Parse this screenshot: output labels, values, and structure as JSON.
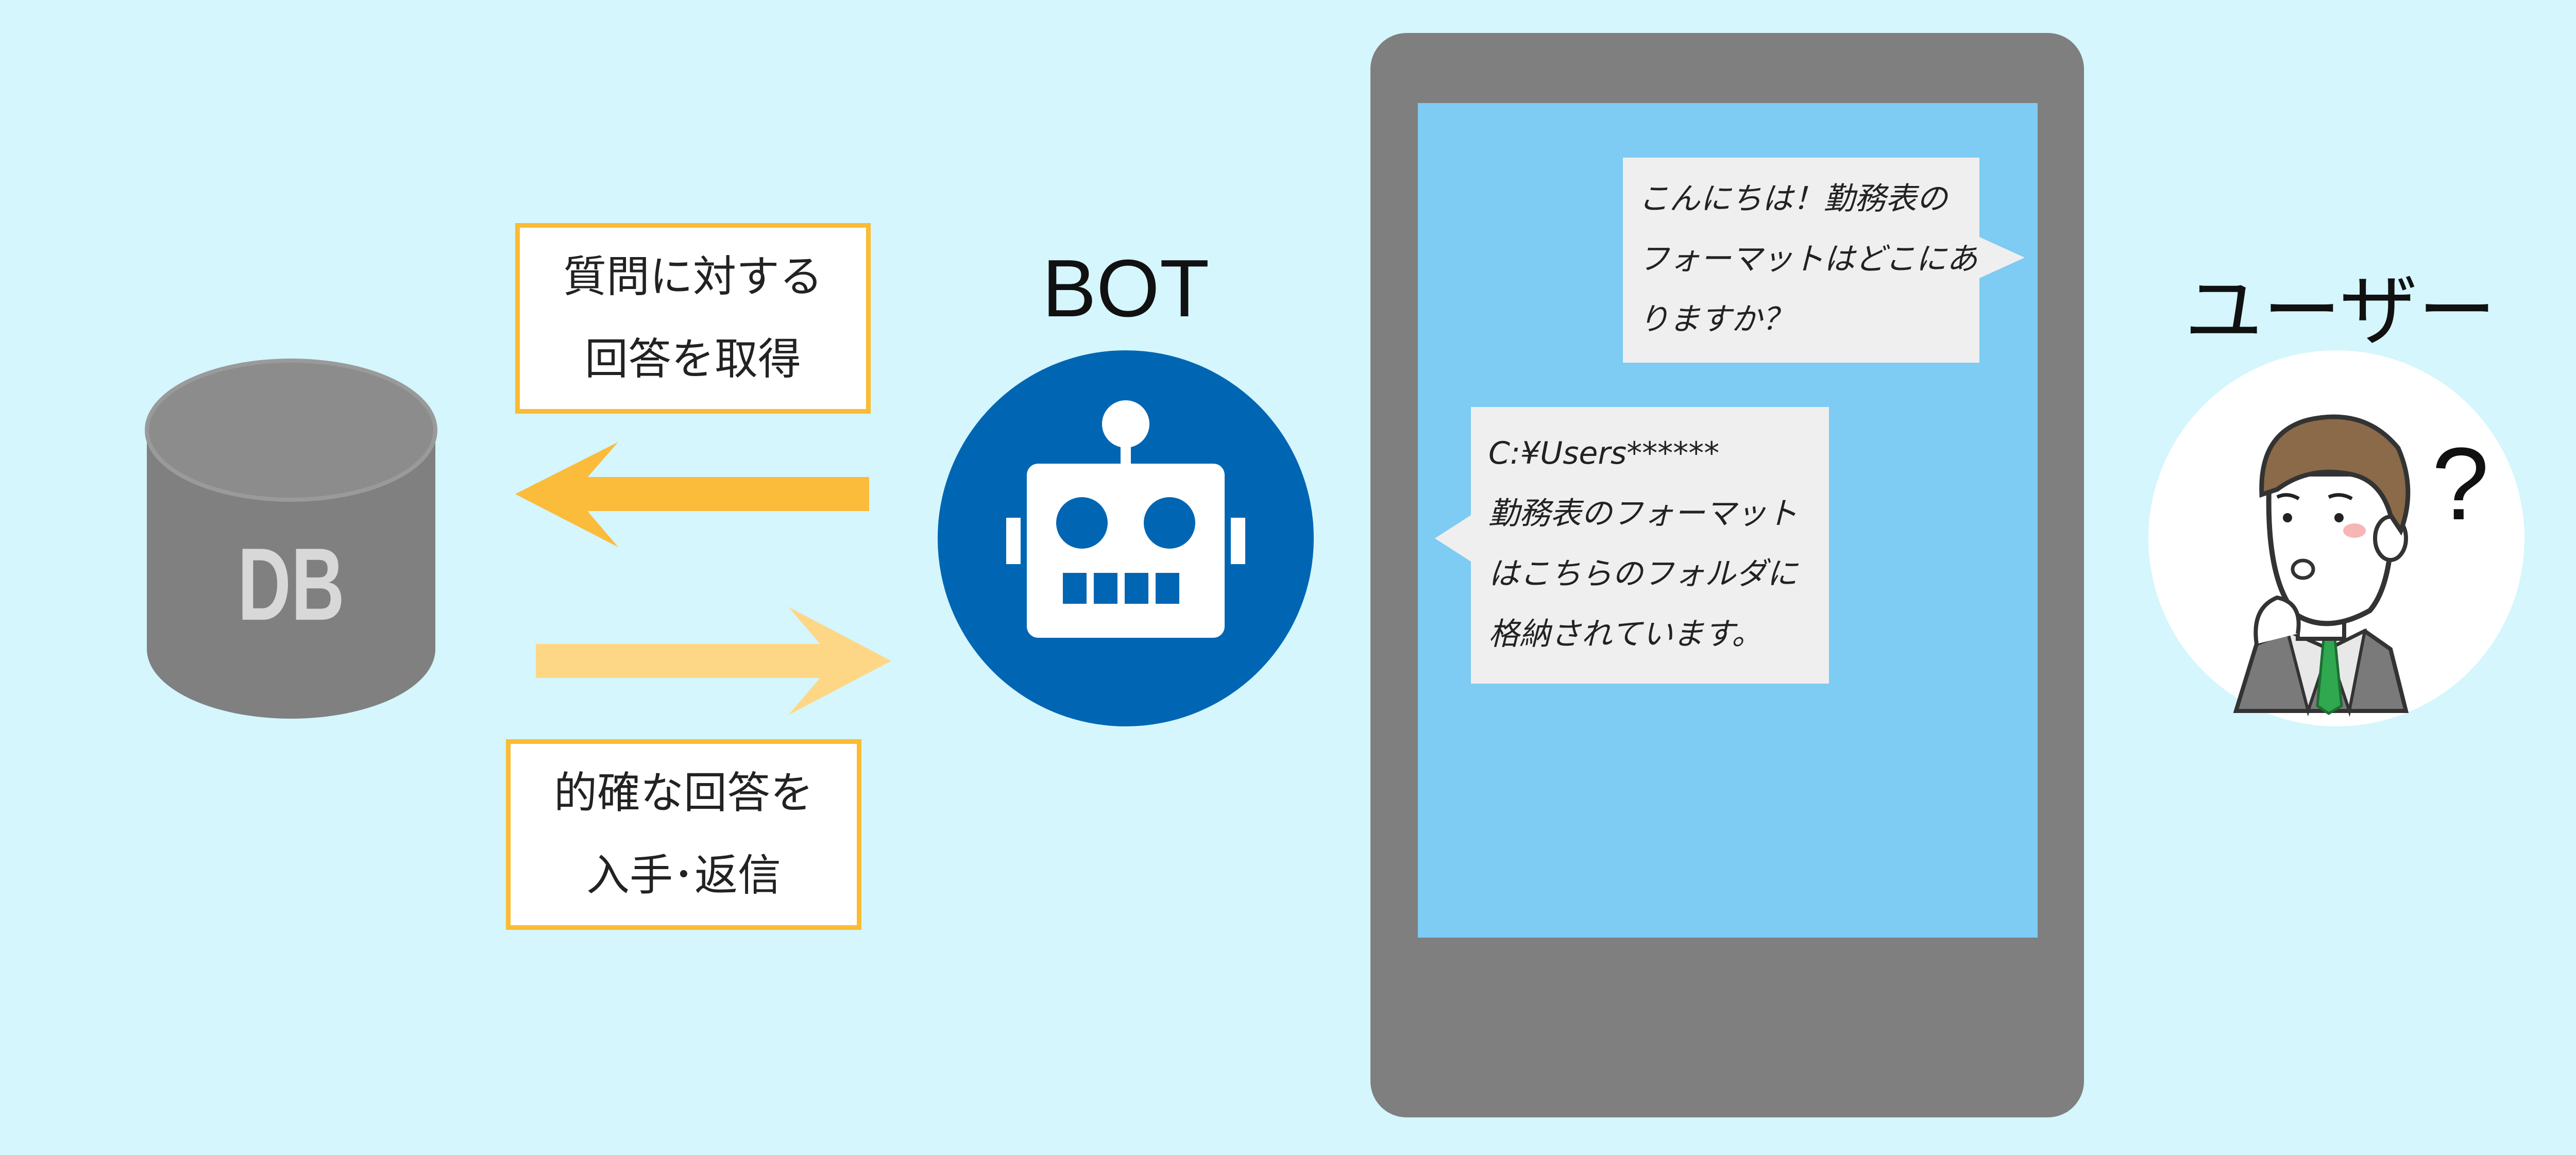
{
  "db": {
    "label": "DB"
  },
  "bot": {
    "label": "BOT"
  },
  "user": {
    "label": "ユーザー",
    "question_mark": "?"
  },
  "label_top": {
    "lines": [
      "質問に対する",
      "回答を取得"
    ]
  },
  "label_bottom": {
    "lines": [
      "的確な回答を",
      "入手･返信"
    ]
  },
  "chat": {
    "user_message": {
      "lines": [
        "こんにちは！勤務表の",
        "フォーマットはどこにあ",
        "りますか？"
      ]
    },
    "bot_reply": {
      "lines": [
        "C:¥Users******",
        "勤務表のフォーマット",
        "はこちらのフォルダに",
        "格納されています。"
      ]
    }
  },
  "colors": {
    "background": "#d4f6fc",
    "arrow_to_db": "#fbbb3b",
    "arrow_to_bot": "#fed786",
    "box_border": "#fbbb34",
    "db_cylinder": "#808080",
    "db_label": "#d8d8d8",
    "bot_circle": "#0066b3",
    "phone_body": "#7f7f7f",
    "phone_screen": "#7ecbf3",
    "bubble": "#efefef"
  }
}
